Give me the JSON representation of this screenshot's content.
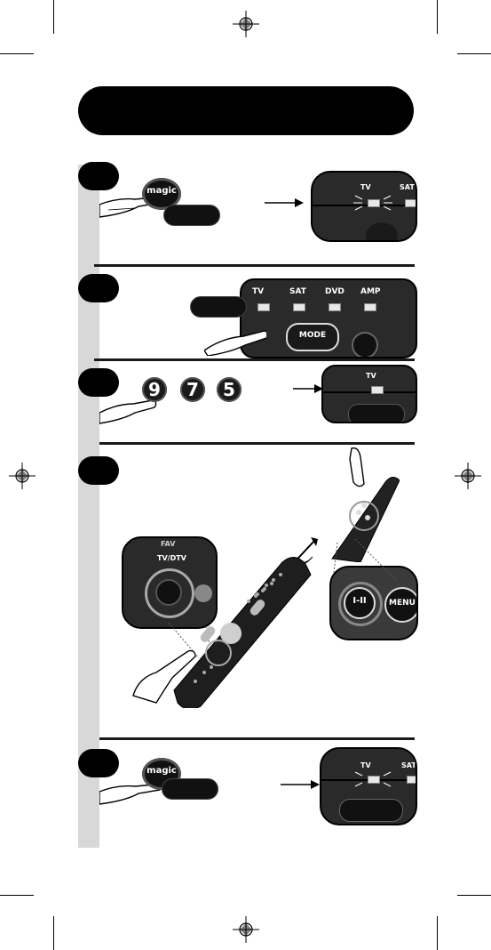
{
  "steps": [
    {
      "magic_label": "magic",
      "led_label_1": "TV",
      "led_label_2": "SAT"
    },
    {
      "labels": [
        "TV",
        "SAT",
        "DVD",
        "AMP"
      ],
      "mode_button": "MODE"
    },
    {
      "digits": [
        "9",
        "7",
        "5"
      ],
      "led_label_1": "TV"
    },
    {
      "zoom_left_label_1": "FAV",
      "zoom_left_label_2": "TV/DTV",
      "zoom_right_btn_1": "I-II",
      "zoom_right_btn_2": "MENU"
    },
    {
      "magic_label": "magic",
      "led_label_1": "TV",
      "led_label_2": "SAT"
    }
  ]
}
